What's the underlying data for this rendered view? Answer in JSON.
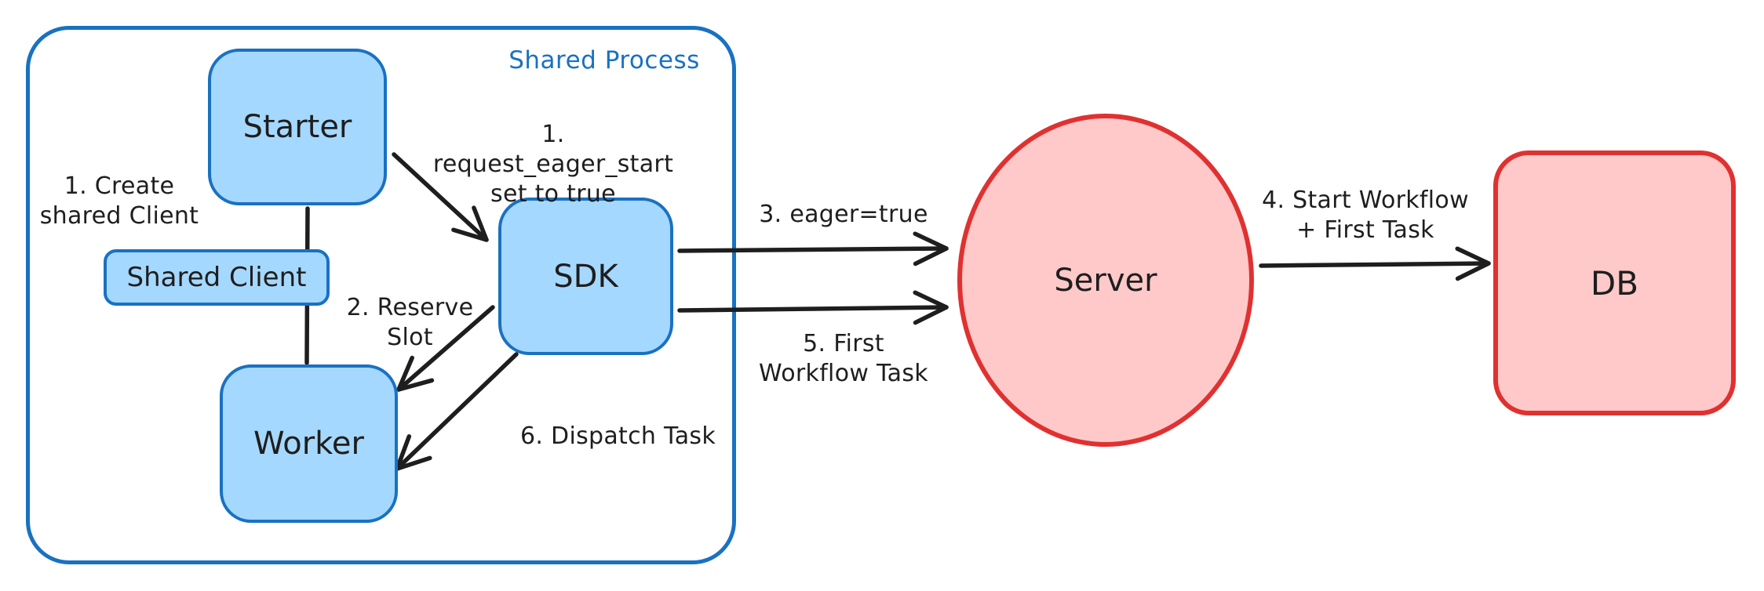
{
  "diagram": {
    "container": {
      "label": "Shared Process"
    },
    "nodes": {
      "starter": {
        "label": "Starter"
      },
      "shared_client": {
        "label": "Shared Client"
      },
      "worker": {
        "label": "Worker"
      },
      "sdk": {
        "label": "SDK"
      },
      "server": {
        "label": "Server"
      },
      "db": {
        "label": "DB"
      }
    },
    "annotations": {
      "create_shared_client": {
        "line1": "1. Create",
        "line2": "shared Client"
      },
      "request_eager_start": {
        "line1": "1. request_eager_start",
        "line2": "set to true"
      },
      "reserve_slot": {
        "line1": "2. Reserve",
        "line2": "Slot"
      },
      "dispatch_task": {
        "line1": "6. Dispatch Task"
      },
      "eager_true": {
        "line1": "3. eager=true"
      },
      "first_workflow_task": {
        "line1": "5. First",
        "line2": "Workflow Task"
      },
      "start_workflow": {
        "line1": "4. Start Workflow",
        "line2": "+ First Task"
      }
    },
    "colors": {
      "blue_stroke": "#1971c2",
      "blue_fill": "#a5d8ff",
      "red_stroke": "#e03131",
      "red_fill": "#ffc9c9",
      "ink": "#1e1e1e",
      "background": "#ffffff"
    }
  }
}
